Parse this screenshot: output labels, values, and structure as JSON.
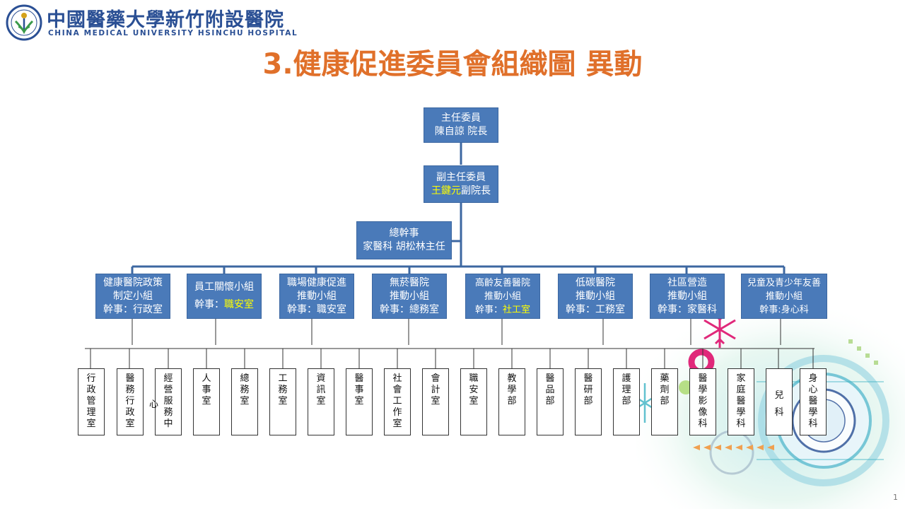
{
  "header": {
    "logo_cn": "中國醫藥大學新竹附設醫院",
    "logo_en": "CHINA MEDICAL UNIVERSITY HSINCHU HOSPITAL"
  },
  "title": "3.健康促進委員會組織圖 異動",
  "chairman": {
    "line1": "主任委員",
    "line2": "陳自諒 院長"
  },
  "vice_chairman": {
    "line1": "副主任委員",
    "line2_name": "王鍵元",
    "line2_title": "副院長"
  },
  "secretary": {
    "line1": "總幹事",
    "line2": "家醫科 胡松林主任"
  },
  "groups": [
    {
      "line1": "健康醫院政策",
      "line2": "制定小組",
      "line3_prefix": "幹事：",
      "line3_value": "行政室",
      "highlight": false
    },
    {
      "line1": "員工關懷小組",
      "line2": "",
      "line3_prefix": "幹事：",
      "line3_value": "職安室",
      "highlight": true
    },
    {
      "line1": "職場健康促進",
      "line2": "推動小組",
      "line3_prefix": "幹事：",
      "line3_value": "職安室",
      "highlight": false
    },
    {
      "line1": "無菸醫院",
      "line2": "推動小組",
      "line3_prefix": "幹事：",
      "line3_value": "總務室",
      "highlight": false
    },
    {
      "line1": "高齡友善醫院",
      "line2": "推動小組",
      "line3_prefix": "幹事：",
      "line3_value": "社工室",
      "highlight": true
    },
    {
      "line1": "低碳醫院",
      "line2": "推動小組",
      "line3_prefix": "幹事：",
      "line3_value": "工務室",
      "highlight": false
    },
    {
      "line1": "社區營造",
      "line2": "推動小組",
      "line3_prefix": "幹事：",
      "line3_value": "家醫科",
      "highlight": false
    },
    {
      "line1": "兒童及青少年友善",
      "line2": "推動小組",
      "line3_prefix": "幹事:",
      "line3_value": "身心科",
      "highlight": false
    }
  ],
  "units": [
    "行政管理室",
    "醫務行政室",
    "經營服務中",
    "人事室",
    "總務室",
    "工務室",
    "資訊室",
    "醫事室",
    "社會工作室",
    "會計室",
    "職安室",
    "教學部",
    "醫品部",
    "醫研部",
    "護理部",
    "藥劑部",
    "醫學影像科",
    "家庭醫學科",
    "兒科",
    "身心醫學科"
  ],
  "stray_char": "心",
  "page_number": "1",
  "colors": {
    "box_fill": "#4a7ab9",
    "title": "#e0702a",
    "highlight": "#ffff00",
    "logo": "#2a4f94"
  }
}
